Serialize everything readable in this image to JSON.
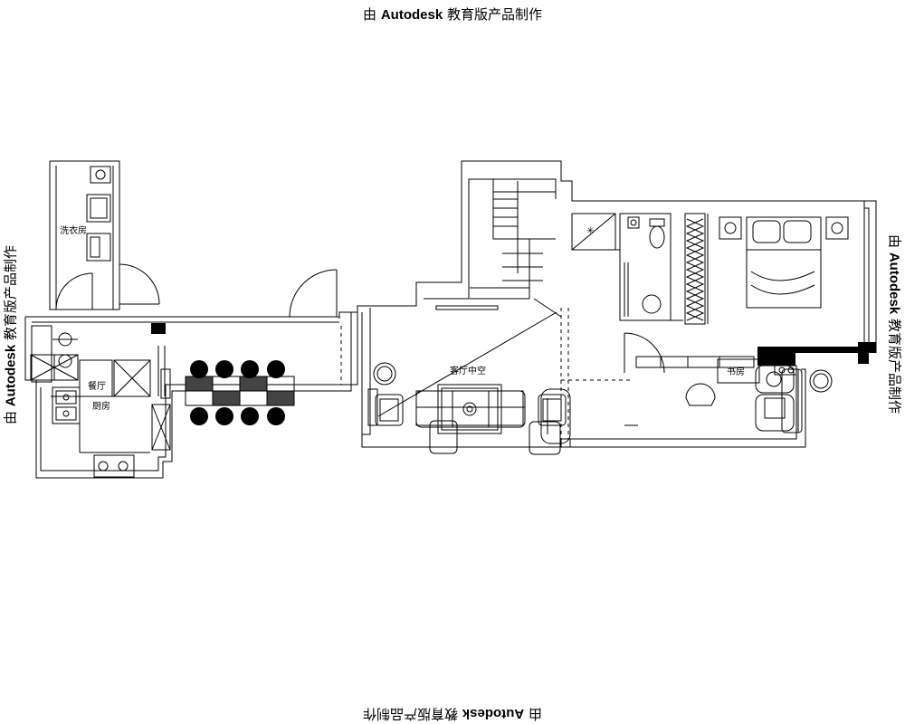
{
  "watermark": {
    "prefix": "由 ",
    "brand": "Autodesk",
    "suffix": " 教育版产品制作"
  },
  "rooms": {
    "laundry": "洗衣房",
    "dining": "餐厅",
    "kitchen": "厨房",
    "living": "客厅中空",
    "study": "书房"
  }
}
